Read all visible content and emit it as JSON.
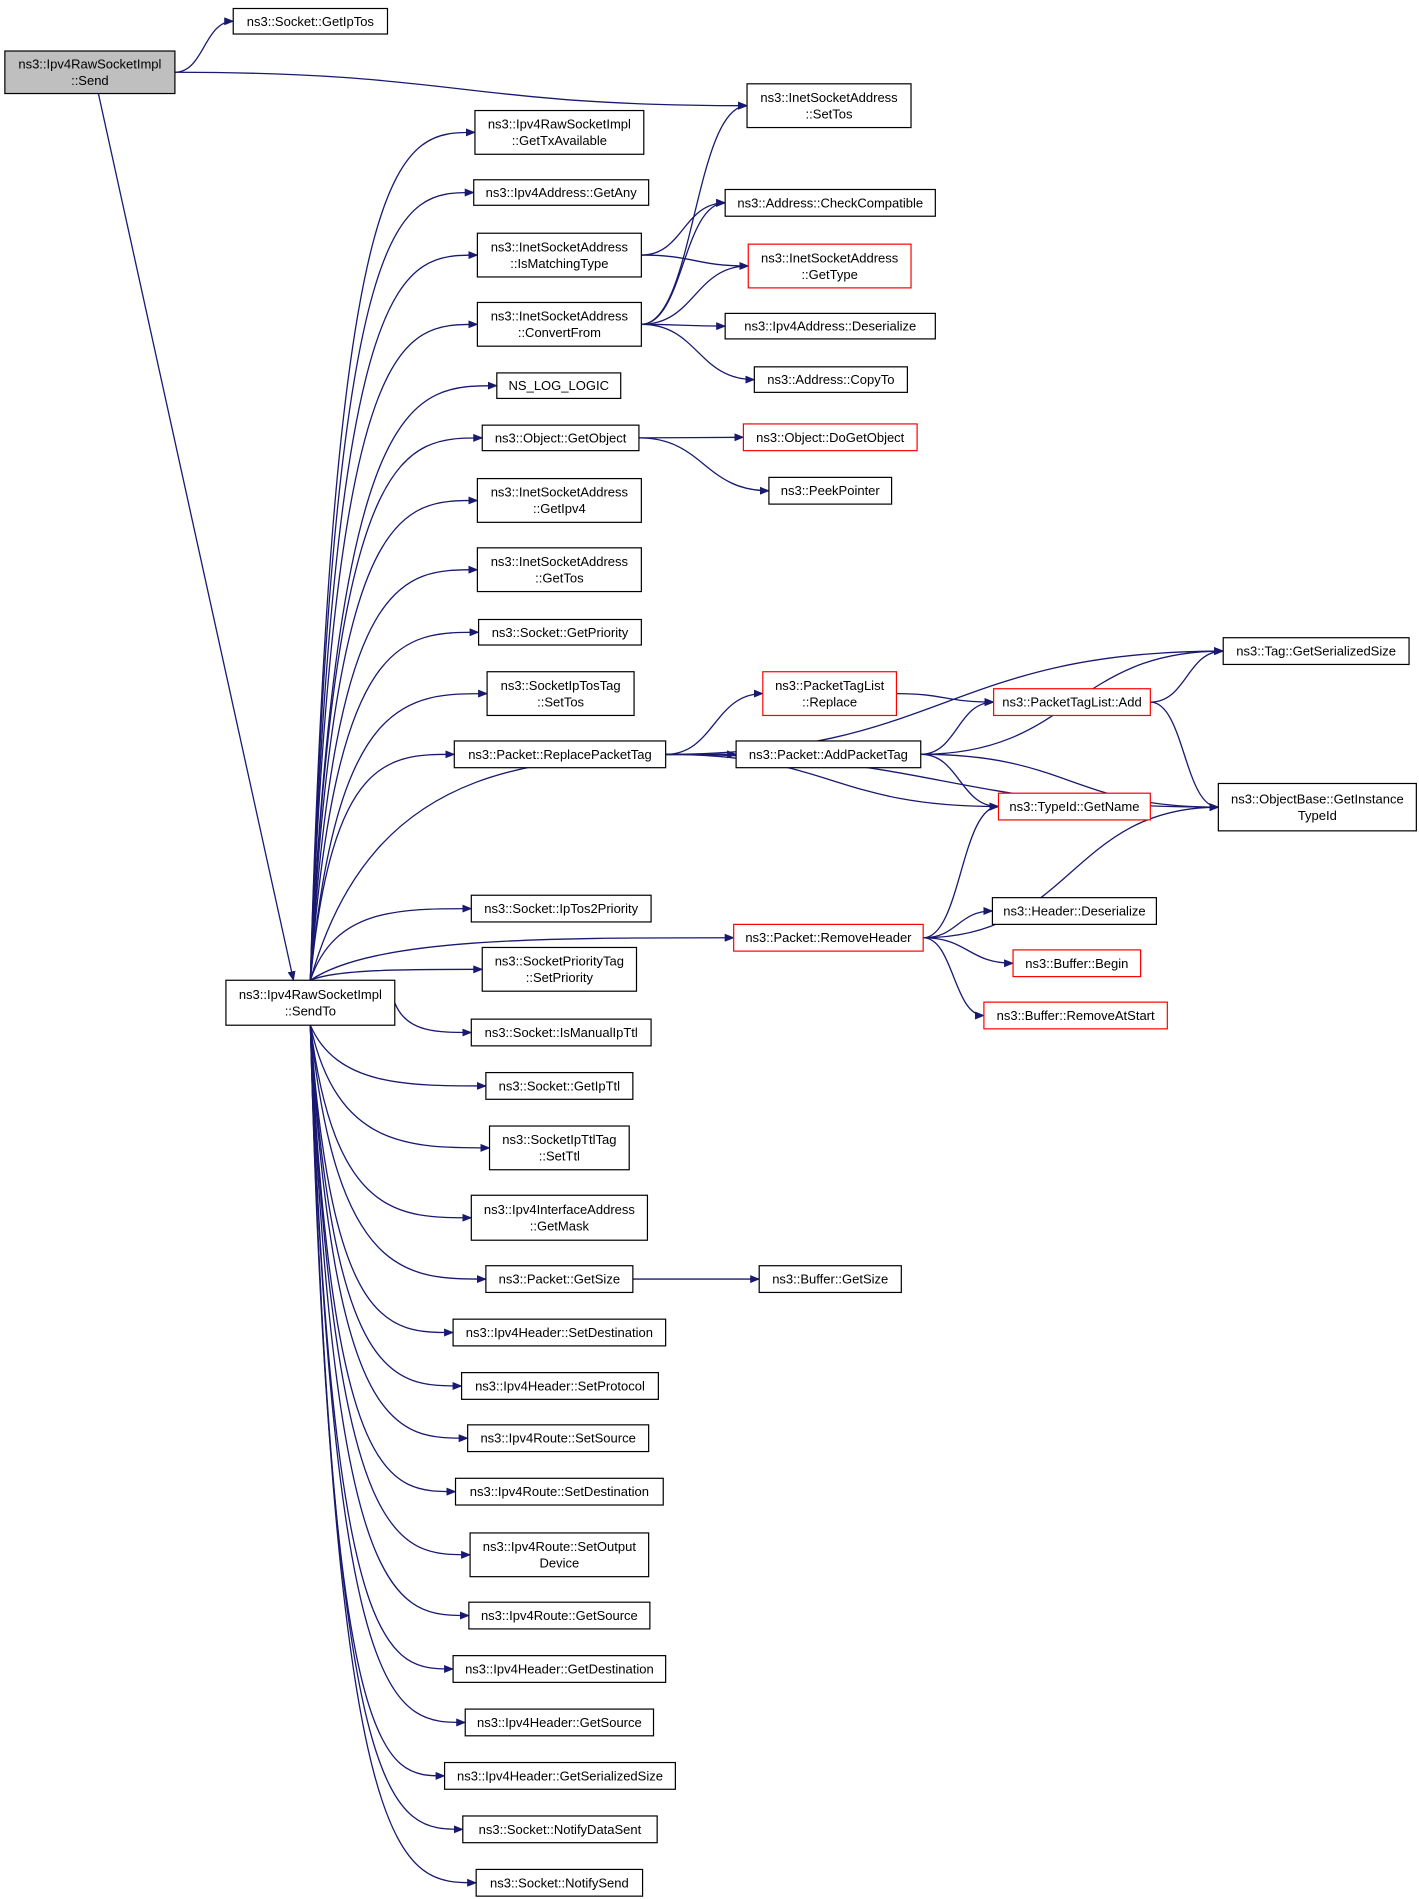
{
  "colors": {
    "edge": "#191970",
    "node_border": "#000000",
    "node_border_external": "#ff0000",
    "root_fill": "#bfbfbf"
  },
  "nodes": [
    {
      "id": "send",
      "lines": [
        "ns3::Ipv4RawSocketImpl",
        "::Send"
      ],
      "style": "root"
    },
    {
      "id": "getiptos",
      "lines": [
        "ns3::Socket::GetIpTos"
      ],
      "style": "normal"
    },
    {
      "id": "settos_isa",
      "lines": [
        "ns3::InetSocketAddress",
        "::SetTos"
      ],
      "style": "normal"
    },
    {
      "id": "gettxavail",
      "lines": [
        "ns3::Ipv4RawSocketImpl",
        "::GetTxAvailable"
      ],
      "style": "normal"
    },
    {
      "id": "getany",
      "lines": [
        "ns3::Ipv4Address::GetAny"
      ],
      "style": "normal"
    },
    {
      "id": "ismatching",
      "lines": [
        "ns3::InetSocketAddress",
        "::IsMatchingType"
      ],
      "style": "normal"
    },
    {
      "id": "checkcompat",
      "lines": [
        "ns3::Address::CheckCompatible"
      ],
      "style": "normal"
    },
    {
      "id": "gettype",
      "lines": [
        "ns3::InetSocketAddress",
        "::GetType"
      ],
      "style": "red"
    },
    {
      "id": "convertfrom",
      "lines": [
        "ns3::InetSocketAddress",
        "::ConvertFrom"
      ],
      "style": "normal"
    },
    {
      "id": "ipv4deser",
      "lines": [
        "ns3::Ipv4Address::Deserialize"
      ],
      "style": "normal"
    },
    {
      "id": "copyto",
      "lines": [
        "ns3::Address::CopyTo"
      ],
      "style": "normal"
    },
    {
      "id": "nslog",
      "lines": [
        "NS_LOG_LOGIC"
      ],
      "style": "normal"
    },
    {
      "id": "getobject",
      "lines": [
        "ns3::Object::GetObject"
      ],
      "style": "normal"
    },
    {
      "id": "dogetobject",
      "lines": [
        "ns3::Object::DoGetObject"
      ],
      "style": "red"
    },
    {
      "id": "peekpointer",
      "lines": [
        "ns3::PeekPointer"
      ],
      "style": "normal"
    },
    {
      "id": "getipv4",
      "lines": [
        "ns3::InetSocketAddress",
        "::GetIpv4"
      ],
      "style": "normal"
    },
    {
      "id": "gettos",
      "lines": [
        "ns3::InetSocketAddress",
        "::GetTos"
      ],
      "style": "normal"
    },
    {
      "id": "getpriority",
      "lines": [
        "ns3::Socket::GetPriority"
      ],
      "style": "normal"
    },
    {
      "id": "tagserial",
      "lines": [
        "ns3::Tag::GetSerializedSize"
      ],
      "style": "normal"
    },
    {
      "id": "iptostag",
      "lines": [
        "ns3::SocketIpTosTag",
        "::SetTos"
      ],
      "style": "normal"
    },
    {
      "id": "ptlreplace",
      "lines": [
        "ns3::PacketTagList",
        "::Replace"
      ],
      "style": "red"
    },
    {
      "id": "ptladd",
      "lines": [
        "ns3::PacketTagList::Add"
      ],
      "style": "red"
    },
    {
      "id": "replacetag",
      "lines": [
        "ns3::Packet::ReplacePacketTag"
      ],
      "style": "normal"
    },
    {
      "id": "addtag",
      "lines": [
        "ns3::Packet::AddPacketTag"
      ],
      "style": "normal"
    },
    {
      "id": "objbase",
      "lines": [
        "ns3::ObjectBase::GetInstance",
        "TypeId"
      ],
      "style": "normal"
    },
    {
      "id": "typeidname",
      "lines": [
        "ns3::TypeId::GetName"
      ],
      "style": "red"
    },
    {
      "id": "iptos2prio",
      "lines": [
        "ns3::Socket::IpTos2Priority"
      ],
      "style": "normal"
    },
    {
      "id": "hdrdeser",
      "lines": [
        "ns3::Header::Deserialize"
      ],
      "style": "normal"
    },
    {
      "id": "removehdr",
      "lines": [
        "ns3::Packet::RemoveHeader"
      ],
      "style": "red"
    },
    {
      "id": "prioritytag",
      "lines": [
        "ns3::SocketPriorityTag",
        "::SetPriority"
      ],
      "style": "normal"
    },
    {
      "id": "bufbegin",
      "lines": [
        "ns3::Buffer::Begin"
      ],
      "style": "red"
    },
    {
      "id": "sendto",
      "lines": [
        "ns3::Ipv4RawSocketImpl",
        "::SendTo"
      ],
      "style": "normal"
    },
    {
      "id": "bufremove",
      "lines": [
        "ns3::Buffer::RemoveAtStart"
      ],
      "style": "red"
    },
    {
      "id": "ismanualttl",
      "lines": [
        "ns3::Socket::IsManualIpTtl"
      ],
      "style": "normal"
    },
    {
      "id": "getipttl",
      "lines": [
        "ns3::Socket::GetIpTtl"
      ],
      "style": "normal"
    },
    {
      "id": "ipttltag",
      "lines": [
        "ns3::SocketIpTtlTag",
        "::SetTtl"
      ],
      "style": "normal"
    },
    {
      "id": "ifaddrmask",
      "lines": [
        "ns3::Ipv4InterfaceAddress",
        "::GetMask"
      ],
      "style": "normal"
    },
    {
      "id": "pktgetsize",
      "lines": [
        "ns3::Packet::GetSize"
      ],
      "style": "normal"
    },
    {
      "id": "bufgetsize",
      "lines": [
        "ns3::Buffer::GetSize"
      ],
      "style": "normal"
    },
    {
      "id": "hdrsetdest",
      "lines": [
        "ns3::Ipv4Header::SetDestination"
      ],
      "style": "normal"
    },
    {
      "id": "hdrsetproto",
      "lines": [
        "ns3::Ipv4Header::SetProtocol"
      ],
      "style": "normal"
    },
    {
      "id": "rtsetsrc",
      "lines": [
        "ns3::Ipv4Route::SetSource"
      ],
      "style": "normal"
    },
    {
      "id": "rtsetdest",
      "lines": [
        "ns3::Ipv4Route::SetDestination"
      ],
      "style": "normal"
    },
    {
      "id": "rtsetout",
      "lines": [
        "ns3::Ipv4Route::SetOutput",
        "Device"
      ],
      "style": "normal"
    },
    {
      "id": "rtgetsrc",
      "lines": [
        "ns3::Ipv4Route::GetSource"
      ],
      "style": "normal"
    },
    {
      "id": "hdrgetdest",
      "lines": [
        "ns3::Ipv4Header::GetDestination"
      ],
      "style": "normal"
    },
    {
      "id": "hdrgetsrc",
      "lines": [
        "ns3::Ipv4Header::GetSource"
      ],
      "style": "normal"
    },
    {
      "id": "hdrgetser",
      "lines": [
        "ns3::Ipv4Header::GetSerializedSize"
      ],
      "style": "normal"
    },
    {
      "id": "notifydata",
      "lines": [
        "ns3::Socket::NotifyDataSent"
      ],
      "style": "normal"
    },
    {
      "id": "notifysend",
      "lines": [
        "ns3::Socket::NotifySend"
      ],
      "style": "normal"
    }
  ],
  "edges": [
    [
      "send",
      "getiptos"
    ],
    [
      "send",
      "settos_isa"
    ],
    [
      "send",
      "sendto"
    ],
    [
      "sendto",
      "gettxavail"
    ],
    [
      "sendto",
      "getany"
    ],
    [
      "sendto",
      "ismatching"
    ],
    [
      "sendto",
      "convertfrom"
    ],
    [
      "sendto",
      "nslog"
    ],
    [
      "sendto",
      "getobject"
    ],
    [
      "sendto",
      "getipv4"
    ],
    [
      "sendto",
      "gettos"
    ],
    [
      "sendto",
      "getpriority"
    ],
    [
      "sendto",
      "iptostag"
    ],
    [
      "sendto",
      "replacetag"
    ],
    [
      "sendto",
      "addtag"
    ],
    [
      "sendto",
      "removehdr"
    ],
    [
      "sendto",
      "iptos2prio"
    ],
    [
      "sendto",
      "prioritytag"
    ],
    [
      "sendto",
      "ismanualttl"
    ],
    [
      "sendto",
      "getipttl"
    ],
    [
      "sendto",
      "ipttltag"
    ],
    [
      "sendto",
      "ifaddrmask"
    ],
    [
      "sendto",
      "pktgetsize"
    ],
    [
      "sendto",
      "hdrsetdest"
    ],
    [
      "sendto",
      "hdrsetproto"
    ],
    [
      "sendto",
      "rtsetsrc"
    ],
    [
      "sendto",
      "rtsetdest"
    ],
    [
      "sendto",
      "rtsetout"
    ],
    [
      "sendto",
      "rtgetsrc"
    ],
    [
      "sendto",
      "hdrgetdest"
    ],
    [
      "sendto",
      "hdrgetsrc"
    ],
    [
      "sendto",
      "hdrgetser"
    ],
    [
      "sendto",
      "notifydata"
    ],
    [
      "sendto",
      "notifysend"
    ],
    [
      "ismatching",
      "checkcompat"
    ],
    [
      "ismatching",
      "gettype"
    ],
    [
      "convertfrom",
      "settos_isa"
    ],
    [
      "convertfrom",
      "checkcompat"
    ],
    [
      "convertfrom",
      "gettype"
    ],
    [
      "convertfrom",
      "ipv4deser"
    ],
    [
      "convertfrom",
      "copyto"
    ],
    [
      "getobject",
      "dogetobject"
    ],
    [
      "getobject",
      "peekpointer"
    ],
    [
      "replacetag",
      "tagserial"
    ],
    [
      "replacetag",
      "ptlreplace"
    ],
    [
      "replacetag",
      "typeidname"
    ],
    [
      "replacetag",
      "objbase"
    ],
    [
      "ptlreplace",
      "ptladd"
    ],
    [
      "addtag",
      "tagserial"
    ],
    [
      "addtag",
      "ptladd"
    ],
    [
      "addtag",
      "typeidname"
    ],
    [
      "addtag",
      "objbase"
    ],
    [
      "ptladd",
      "tagserial"
    ],
    [
      "ptladd",
      "objbase"
    ],
    [
      "removehdr",
      "typeidname"
    ],
    [
      "removehdr",
      "hdrdeser"
    ],
    [
      "removehdr",
      "bufbegin"
    ],
    [
      "removehdr",
      "bufremove"
    ],
    [
      "removehdr",
      "objbase"
    ],
    [
      "pktgetsize",
      "bufgetsize"
    ]
  ]
}
